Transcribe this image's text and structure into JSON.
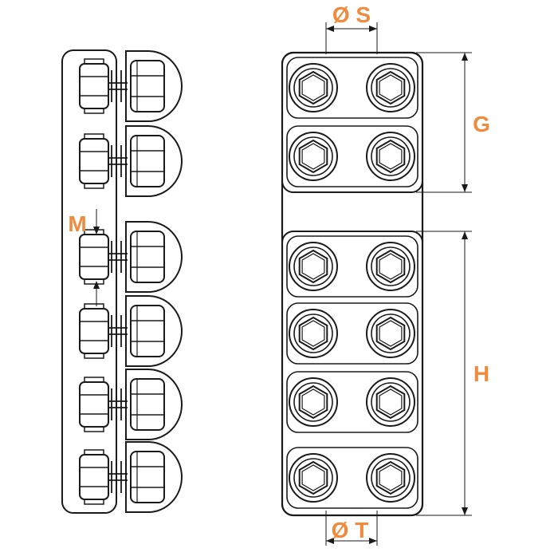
{
  "labels": {
    "dim_s": "Ø S",
    "dim_t": "Ø T",
    "dim_g": "G",
    "dim_h": "H",
    "dim_m": "M"
  },
  "colors": {
    "label": "#f08a3c",
    "line": "#1a1a1a",
    "background": "#ffffff"
  },
  "views": {
    "side_view_bolt_count": 6,
    "front_view_upper_block_rows": 2,
    "front_view_lower_block_rows": 4,
    "front_view_columns": 2
  }
}
